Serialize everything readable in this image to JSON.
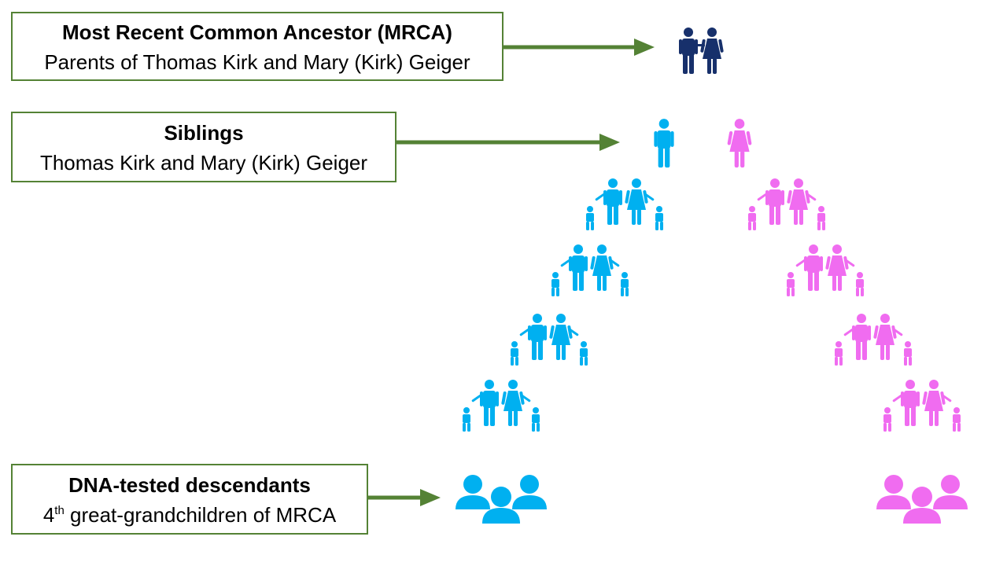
{
  "colors": {
    "mrca": "#17306b",
    "blue": "#00b0f0",
    "pink": "#f06cf0",
    "border": "#548235",
    "arrow": "#548235"
  },
  "labels": {
    "mrca": {
      "title": "Most Recent Common Ancestor (MRCA)",
      "subtitle": "Parents of Thomas Kirk and Mary (Kirk) Geiger"
    },
    "siblings": {
      "title": "Siblings",
      "subtitle": "Thomas Kirk and Mary (Kirk) Geiger"
    },
    "descendants": {
      "title": "DNA-tested descendants",
      "subtitle_sup": "th",
      "subtitle_num": "4",
      "subtitle_rest": " great-grandchildren of MRCA"
    }
  },
  "icons": {
    "mrca": "couple-icon",
    "sibling_male": "man-icon",
    "sibling_female": "woman-icon",
    "family": "family-icon",
    "group": "people-group-icon"
  }
}
